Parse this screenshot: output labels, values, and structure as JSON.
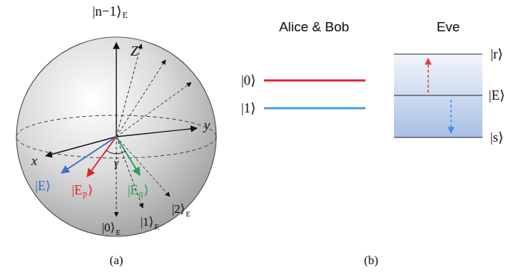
{
  "diagram": {
    "labels": [
      "|n−1⟩",
      "E",
      "Z",
      "x",
      "y",
      "|E⟩",
      "|E",
      "p",
      "⟩",
      "γ",
      "|E",
      "q",
      "⟩",
      "|0⟩",
      "E",
      "|1⟩",
      "E",
      "|2⟩",
      "E",
      "(a)",
      "Alice & Bob",
      "Eve",
      "|0⟩",
      "|1⟩",
      "|r⟩",
      "|E⟩",
      "|s⟩",
      "(b)"
    ]
  }
}
